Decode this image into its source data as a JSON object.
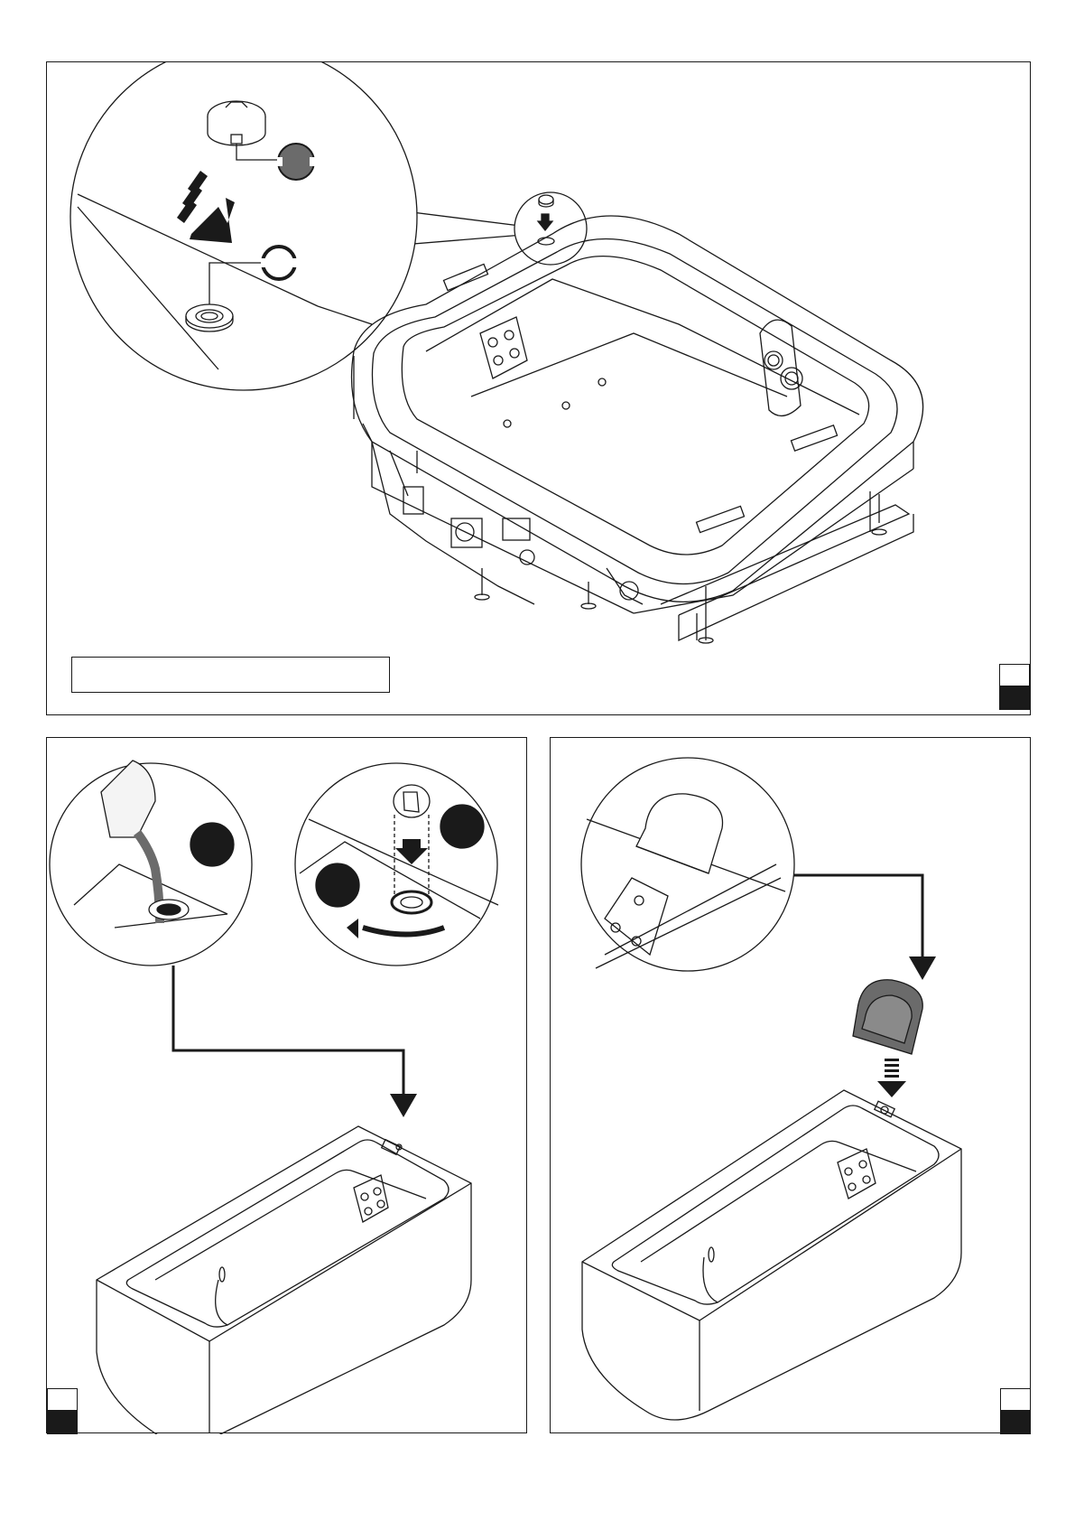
{
  "page": {
    "title": ""
  },
  "colors": {
    "ink": "#1a1a1a",
    "grey": "#6b6b6b",
    "light": "#c9c9c9"
  },
  "panels": [
    {
      "id": "top",
      "caption": "",
      "step_number": ""
    },
    {
      "id": "bottom-left",
      "step_number": ""
    },
    {
      "id": "bottom-right",
      "step_number": ""
    }
  ],
  "icons": [
    "cap-icon",
    "grommet-icon",
    "pour-arrow-icon",
    "rotate-arrow-icon",
    "headrest-icon",
    "jet-panel-icon"
  ]
}
